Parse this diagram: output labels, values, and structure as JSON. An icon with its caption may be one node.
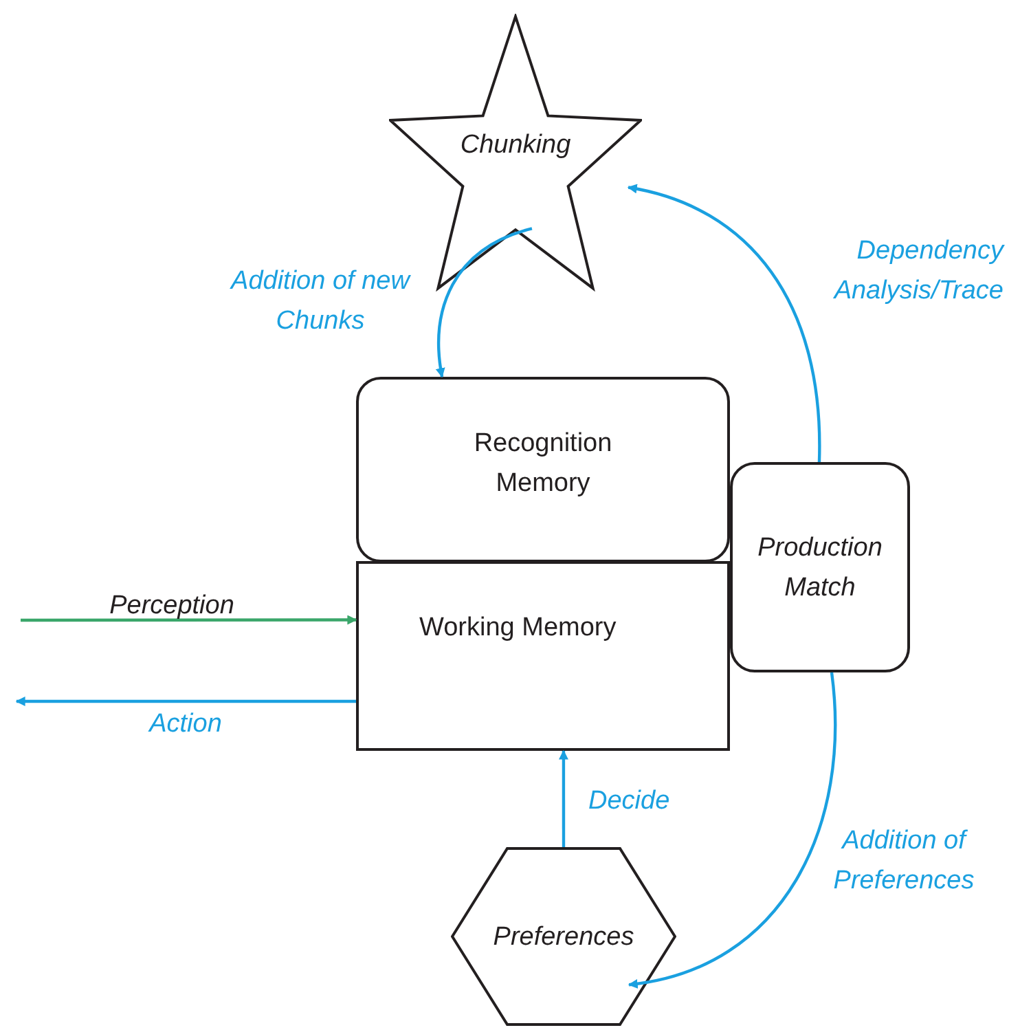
{
  "diagram": {
    "nodes": [
      {
        "text": [
          "Chunking"
        ]
      },
      {
        "text": [
          "Recognition Memory"
        ]
      },
      {
        "text": [
          "Working Memory"
        ]
      },
      {
        "text": [
          "Production Match"
        ]
      },
      {
        "text": [
          "Preferences"
        ]
      }
    ],
    "edges": [
      {
        "from": 0,
        "to": 1,
        "arrow": "to",
        "label": "Addition of new Chunks"
      },
      {
        "from": 3,
        "to": 0,
        "arrow": "to",
        "label": "Dependency Analysis/Trace"
      },
      {
        "from": 3,
        "to": 4,
        "arrow": "to",
        "label": "Addition of Preferences"
      },
      {
        "from": 4,
        "to": 2,
        "arrow": "to",
        "label": "Decide"
      },
      {
        "from": null,
        "to": 2,
        "arrow": "to",
        "label": "Perception",
        "color": "#3aa66a"
      },
      {
        "from": 2,
        "to": null,
        "arrow": "to",
        "label": "Action"
      }
    ]
  }
}
